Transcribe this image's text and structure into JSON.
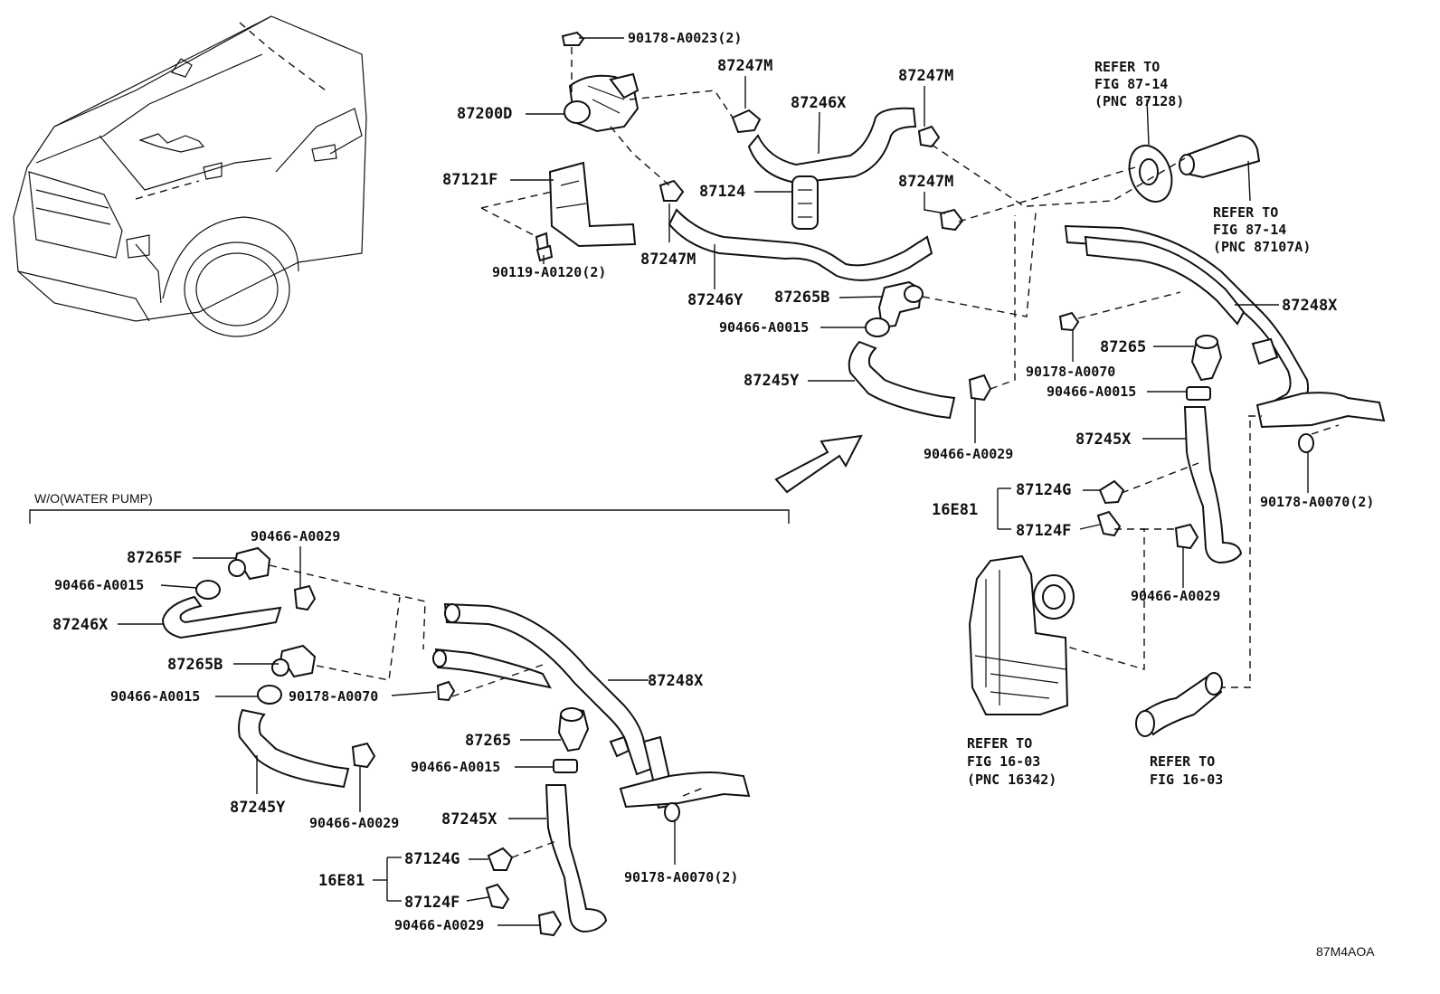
{
  "diagram_id": "87M4AOA",
  "section": {
    "title": "W/O(WATER PUMP)"
  },
  "main_labels": {
    "p_90178_A0023": "90178-A0023(2)",
    "p_87200D": "87200D",
    "p_87121F": "87121F",
    "p_90119_A0120": "90119-A0120(2)",
    "p_87247M_a": "87247M",
    "p_87246X": "87246X",
    "p_87247M_b": "87247M",
    "p_87124": "87124",
    "p_87247M_c": "87247M",
    "p_87247M_d": "87247M",
    "p_87246Y": "87246Y",
    "p_87265B": "87265B",
    "p_90466_A0015_a": "90466-A0015",
    "p_87245Y": "87245Y",
    "p_90466_A0029_a": "90466-A0029",
    "p_87248X": "87248X",
    "p_90178_A0070": "90178-A0070",
    "p_87265": "87265",
    "p_90466_A0015_b": "90466-A0015",
    "p_87245X": "87245X",
    "p_90178_A0070_2": "90178-A0070(2)",
    "p_16E81": "16E81",
    "p_87124G": "87124G",
    "p_87124F": "87124F",
    "p_90466_A0029_b": "90466-A0029"
  },
  "refs": {
    "ref_87128": [
      "REFER TO",
      "FIG 87-14",
      "(PNC 87128)"
    ],
    "ref_87107A": [
      "REFER TO",
      "FIG 87-14",
      "(PNC 87107A)"
    ],
    "ref_16342": [
      "REFER TO",
      "FIG 16-03",
      "(PNC 16342)"
    ],
    "ref_1603": [
      "REFER TO",
      "FIG 16-03"
    ]
  },
  "sub_labels": {
    "p_90466_A0029_a": "90466-A0029",
    "p_87265F": "87265F",
    "p_90466_A0015_a": "90466-A0015",
    "p_87246X": "87246X",
    "p_87265B": "87265B",
    "p_90466_A0015_b": "90466-A0015",
    "p_90178_A0070": "90178-A0070",
    "p_87248X": "87248X",
    "p_87265": "87265",
    "p_90466_A0015_c": "90466-A0015",
    "p_87245Y": "87245Y",
    "p_90466_A0029_b": "90466-A0029",
    "p_87245X": "87245X",
    "p_90178_A0070_2": "90178-A0070(2)",
    "p_16E81": "16E81",
    "p_87124G": "87124G",
    "p_87124F": "87124F",
    "p_90466_A0029_c": "90466-A0029"
  }
}
